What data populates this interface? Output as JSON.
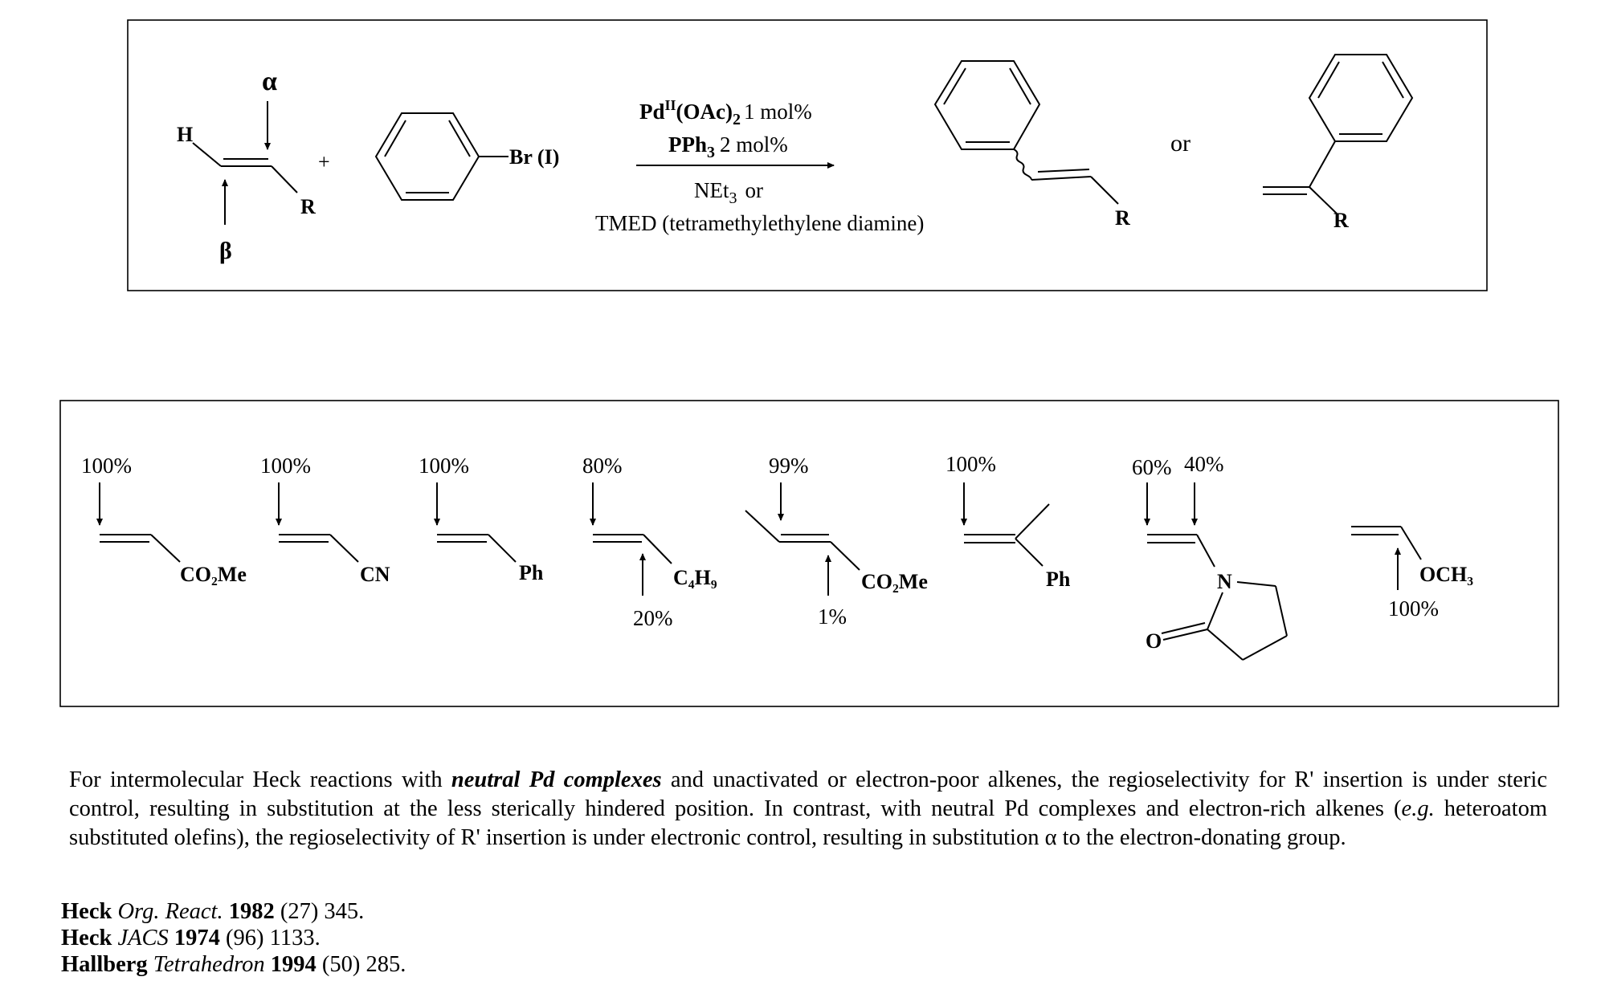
{
  "scheme": {
    "reactant_alkene": {
      "h": "H",
      "alpha": "α",
      "beta": "β",
      "r": "R"
    },
    "plus": "+",
    "aryl": {
      "br": "Br (I)"
    },
    "conditions": {
      "cat_pd": "Pd",
      "cat_ox": "II",
      "cat_oac": "(OAc)",
      "cat_sub": "2",
      "cat_amt": "1 mol%",
      "lig_pph": "PPh",
      "lig_sub": "3",
      "lig_amt": "2 mol%",
      "base_ne": "NEt",
      "base_sub": "3",
      "base_or": "or",
      "base_tmed": "TMED (tetramethylethylene diamine)"
    },
    "product_linear": {
      "r": "R"
    },
    "or_word": "or",
    "product_branched": {
      "r": "R"
    }
  },
  "examples": [
    {
      "top_pct": "100%",
      "group": "CO₂Me"
    },
    {
      "top_pct": "100%",
      "group": "CN"
    },
    {
      "top_pct": "100%",
      "group": "Ph"
    },
    {
      "top_pct": "80%",
      "group": "C₄H₉",
      "bottom_pct": "20%"
    },
    {
      "top_pct": "99%",
      "group": "CO₂Me",
      "bottom_pct": "1%"
    },
    {
      "top_pct": "100%",
      "group": "Ph"
    },
    {
      "top_pct_a": "60%",
      "top_pct_b": "40%",
      "n": "N",
      "o": "O"
    },
    {
      "group": "OCH₃",
      "bottom_pct": "100%"
    }
  ],
  "caption": {
    "p1": "For intermolecular Heck reactions with ",
    "em": "neutral Pd complexes",
    "p2": " and unactivated or electron-poor alkenes,  the regioselectivity for R' insertion is under steric control, resulting in substitution at the less sterically hindered position. In contrast, with neutral Pd complexes and electron-rich alkenes (",
    "eg": "e.g.",
    "p3": " heteroatom substituted olefins), the regioselectivity of R' insertion is under electronic control, resulting in substitution α to the electron-donating group."
  },
  "references": [
    {
      "author": "Heck",
      "journal": "Org. React.",
      "year": "1982",
      "rest": "(27) 345."
    },
    {
      "author": "Heck",
      "journal": "JACS",
      "year": "1974",
      "rest": "(96) 1133."
    },
    {
      "author": "Hallberg",
      "journal": "Tetrahedron",
      "year": "1994",
      "rest": "(50) 285."
    }
  ]
}
